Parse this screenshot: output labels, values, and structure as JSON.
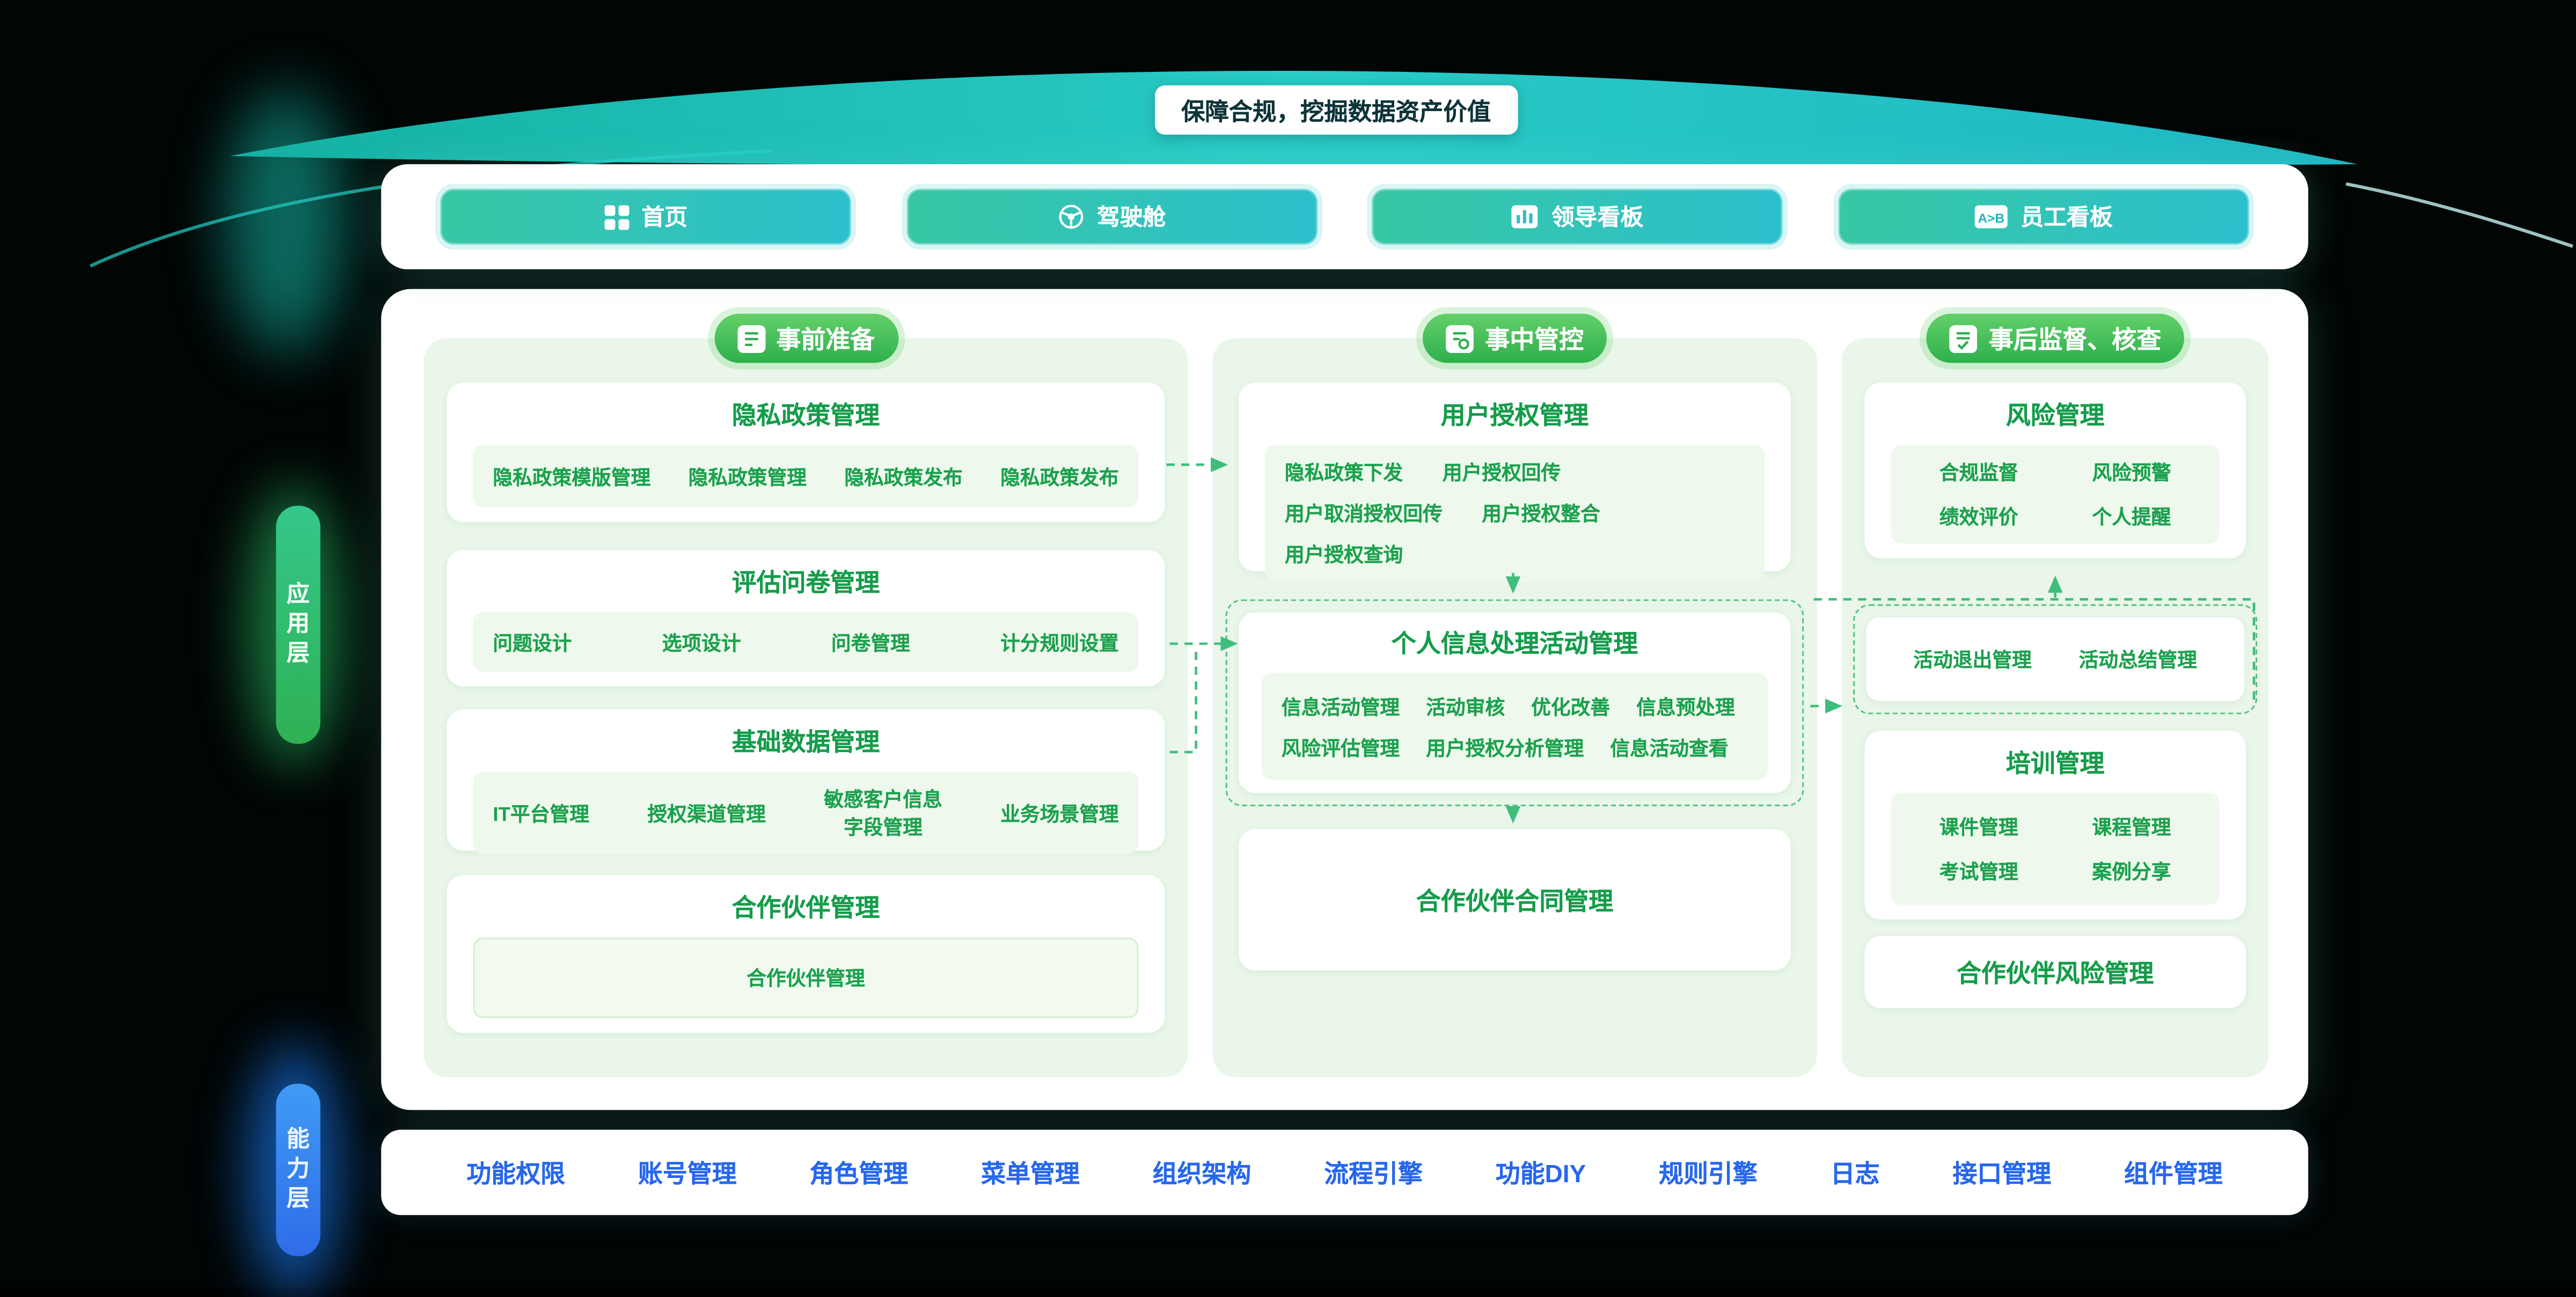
{
  "banner": {
    "title": "保障合规，挖掘数据资产价值"
  },
  "nav": {
    "items": [
      {
        "label": "首页",
        "icon": "grid-icon"
      },
      {
        "label": "驾驶舱",
        "icon": "steering-wheel-icon"
      },
      {
        "label": "领导看板",
        "icon": "bar-chart-icon"
      },
      {
        "label": "员工看板",
        "icon": "ab-compare-icon"
      }
    ]
  },
  "layers": {
    "application": "应用层",
    "capability": "能力层"
  },
  "columns": [
    {
      "header": "事前准备",
      "cards": [
        {
          "title": "隐私政策管理",
          "items": [
            "隐私政策模版管理",
            "隐私政策管理",
            "隐私政策发布",
            "隐私政策发布"
          ]
        },
        {
          "title": "评估问卷管理",
          "items": [
            "问题设计",
            "选项设计",
            "问卷管理",
            "计分规则设置"
          ]
        },
        {
          "title": "基础数据管理",
          "items": [
            "IT平台管理",
            "授权渠道管理",
            "敏感客户信息\n字段管理",
            "业务场景管理"
          ]
        },
        {
          "title": "合作伙伴管理",
          "items": [
            "合作伙伴管理"
          ]
        }
      ]
    },
    {
      "header": "事中管控",
      "cards": [
        {
          "title": "用户授权管理",
          "items": [
            "隐私政策下发",
            "用户授权回传",
            "用户取消授权回传",
            "用户授权整合",
            "用户授权查询"
          ]
        },
        {
          "title": "个人信息处理活动管理",
          "items": [
            "信息活动管理",
            "活动审核",
            "优化改善",
            "信息预处理",
            "风险评估管理",
            "用户授权分析管理",
            "信息活动查看"
          ]
        },
        {
          "title": "合作伙伴合同管理",
          "items": []
        }
      ]
    },
    {
      "header": "事后监督、核查",
      "cards": [
        {
          "title": "风险管理",
          "items": [
            "合规监督",
            "风险预警",
            "绩效评价",
            "个人提醒"
          ]
        },
        {
          "title": "",
          "items": [
            "活动退出管理",
            "活动总结管理"
          ]
        },
        {
          "title": "培训管理",
          "items": [
            "课件管理",
            "课程管理",
            "考试管理",
            "案例分享"
          ]
        },
        {
          "title": "合作伙伴风险管理",
          "items": []
        }
      ]
    }
  ],
  "footer": {
    "items": [
      "功能权限",
      "账号管理",
      "角色管理",
      "菜单管理",
      "组织架构",
      "流程引擎",
      "功能DIY",
      "规则引擎",
      "日志",
      "接口管理",
      "组件管理"
    ]
  },
  "colors": {
    "teal": "#2bc3c6",
    "pill_green": "#3bb85c",
    "title_green": "#149c4a",
    "footer_blue": "#2667ee",
    "background": "#010504"
  }
}
